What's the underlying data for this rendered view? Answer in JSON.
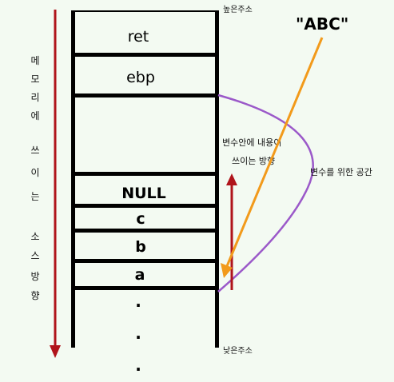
{
  "labels": {
    "high_address": "높은주소",
    "low_address": "낮은주소",
    "write_direction": [
      "메",
      "모",
      "리",
      "에",
      "쓰",
      "이",
      "는",
      "소",
      "스",
      "방",
      "향"
    ],
    "var_space": "변수를 위한 공간",
    "var_write_line1": "변수안에 내용이",
    "var_write_line2": "쓰이는 방향",
    "input_string": "\"ABC\""
  },
  "stack": {
    "cells": [
      {
        "id": "ret",
        "label": "ret"
      },
      {
        "id": "ebp",
        "label": "ebp"
      },
      {
        "id": "var-space",
        "label": ""
      },
      {
        "id": "null",
        "label": "NULL"
      },
      {
        "id": "c",
        "label": "c"
      },
      {
        "id": "b",
        "label": "b"
      },
      {
        "id": "a",
        "label": "a"
      }
    ],
    "dots": [
      ".",
      ".",
      "."
    ]
  },
  "colors": {
    "direction_arrow": "#b0141b",
    "brace": "#9b59c9",
    "input_arrow": "#f29a1b",
    "stack_border": "#000000",
    "background": "#f3faf2"
  }
}
